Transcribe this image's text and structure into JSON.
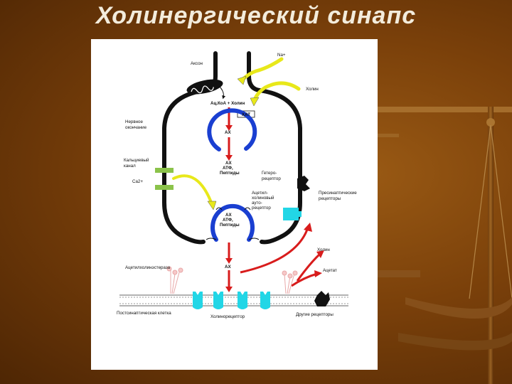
{
  "slide": {
    "title": "Холинергический синапс"
  },
  "diagram": {
    "labels": {
      "axon": "Аксон",
      "na": "Na+",
      "choline_in": "Холин",
      "acetyl_coa": "Ац.КоА + Холин",
      "chat": "ХАТ",
      "nerve_ending_1": "Нервное",
      "nerve_ending_2": "окончание",
      "ach_top": "АХ",
      "vesicle1_1": "АХ",
      "vesicle1_2": "АТФ,",
      "vesicle1_3": "Пептиды",
      "ca_channel_1": "Кальциевый",
      "ca_channel_2": "канал",
      "ca_ion": "Ca2+",
      "hetero_1": "Гетеро-",
      "hetero_2": "рецептор",
      "presyn_1": "Пресинаптические",
      "presyn_2": "рецепторы",
      "auto_1": "Ацетил-",
      "auto_2": "холиновый",
      "auto_3": "ауто-",
      "auto_4": "рецептор",
      "vesicle2_1": "АХ",
      "vesicle2_2": "АТФ,",
      "vesicle2_3": "Пептиды",
      "acetylcholinesterase": "Ацетилхолинэстераза",
      "ach_cleft": "АХ",
      "choline_out": "Холин",
      "acetate": "Ацетат",
      "postsyn_cell": "Постсинаптическая клетка",
      "cholinoreceptor": "Холинорецептор",
      "other_receptors": "Другие рецепторы"
    },
    "colors": {
      "membrane": "#111111",
      "vesicle": "#1a3fd1",
      "ach_arrow": "#d81c1c",
      "choline_arrow": "#e8e81a",
      "receptor": "#22d6e6",
      "channel": "#8bc34a",
      "esterase": "#f0a6a6"
    }
  }
}
